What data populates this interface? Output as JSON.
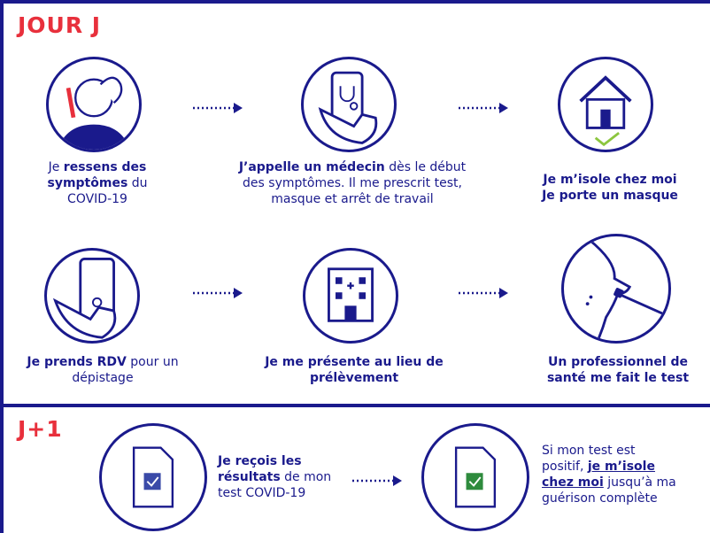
{
  "sections": {
    "jour_j": "JOUR J",
    "j_plus_1": "J+1"
  },
  "steps": {
    "s1": {
      "pre": "Je ",
      "b1": "ressens des",
      "b2": "symptômes",
      "post2": " du",
      "line3": "COVID-19"
    },
    "s2": {
      "b1": "J’appelle un médecin",
      "post1": " dès le début",
      "line2": "des symptômes. Il me prescrit test,",
      "line3": "masque et arrêt de travail"
    },
    "s3": {
      "line1": "Je m’isole chez moi",
      "line2": "Je porte un masque"
    },
    "s4": {
      "b1": "Je prends RDV",
      "post1": " pour un",
      "line2": "dépistage"
    },
    "s5": {
      "line1": "Je me présente au lieu de",
      "line2": "prélèvement"
    },
    "s6": {
      "line1": "Un professionnel de",
      "line2": "santé me fait le test"
    },
    "s7": {
      "line1": "Je reçois les",
      "b2": "résultats",
      "post2": " de mon",
      "line3": "test COVID-19"
    },
    "s8": {
      "line1": "Si mon test est",
      "pre2": "positif, ",
      "b2": "je m’isole",
      "b3": "chez moi",
      "post3": " jusqu’à ma",
      "line4": "guérison complète"
    }
  },
  "icons": [
    "person-headache-icon",
    "phone-doctor-icon",
    "house-check-icon",
    "phone-call-icon",
    "hospital-building-icon",
    "nasal-swab-icon",
    "document-check-icon",
    "document-check-green-icon"
  ],
  "colors": {
    "navy": "#1a1a8c",
    "red": "#e8303c",
    "green": "#8cc63f",
    "darkgreen": "#2e8b3d"
  }
}
